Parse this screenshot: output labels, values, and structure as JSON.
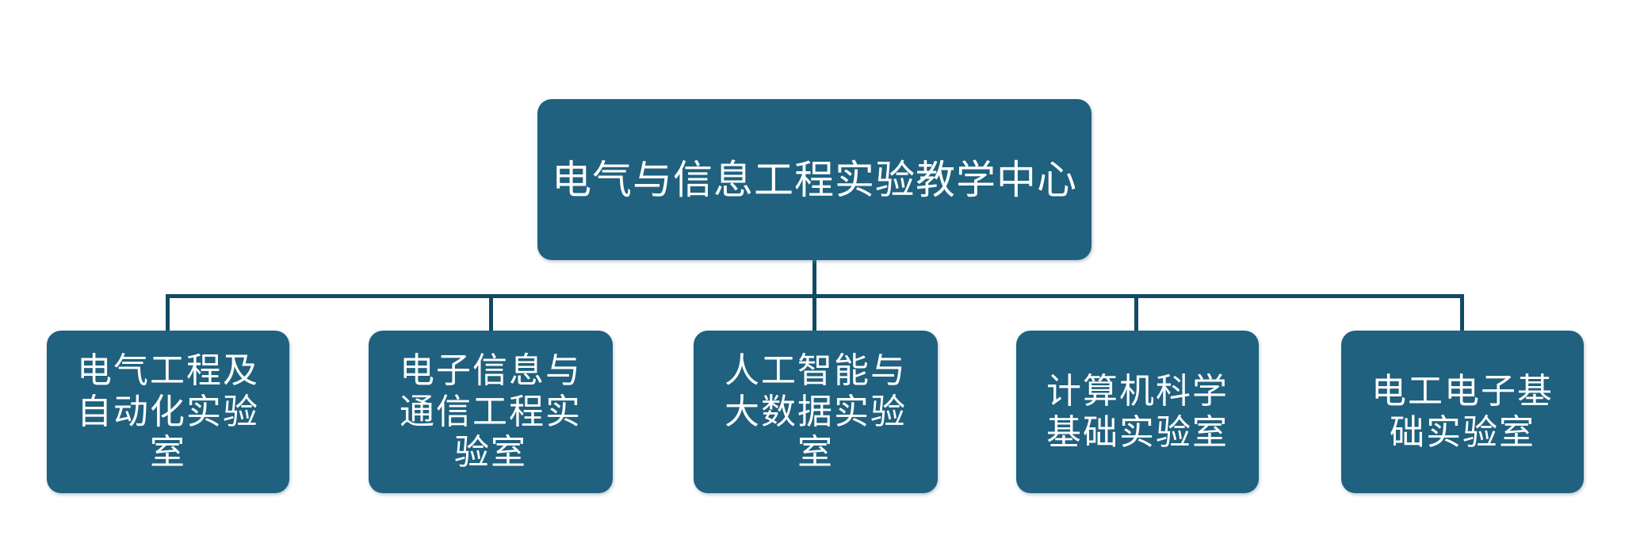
{
  "chart": {
    "type": "org-chart",
    "root": {
      "label": "电气与信息工程实验教学中心",
      "label_wrapped": "电气与信息工程实验教学中心"
    },
    "children": [
      {
        "label": "电气工程及自动化实验室",
        "label_wrapped": "电气工程及\n自动化实验\n室"
      },
      {
        "label": "电子信息与通信工程实验室",
        "label_wrapped": "电子信息与\n通信工程实\n验室"
      },
      {
        "label": "人工智能与大数据实验室",
        "label_wrapped": "人工智能与\n大数据实验\n室"
      },
      {
        "label": "计算机科学基础实验室",
        "label_wrapped": "计算机科学\n基础实验室"
      },
      {
        "label": "电工电子基础实验室",
        "label_wrapped": "电工电子基\n础实验室"
      }
    ],
    "colors": {
      "node_fill": "#1F617E",
      "connector": "#114A62",
      "text": "#FFFFFF",
      "background": "#FFFFFF"
    }
  }
}
